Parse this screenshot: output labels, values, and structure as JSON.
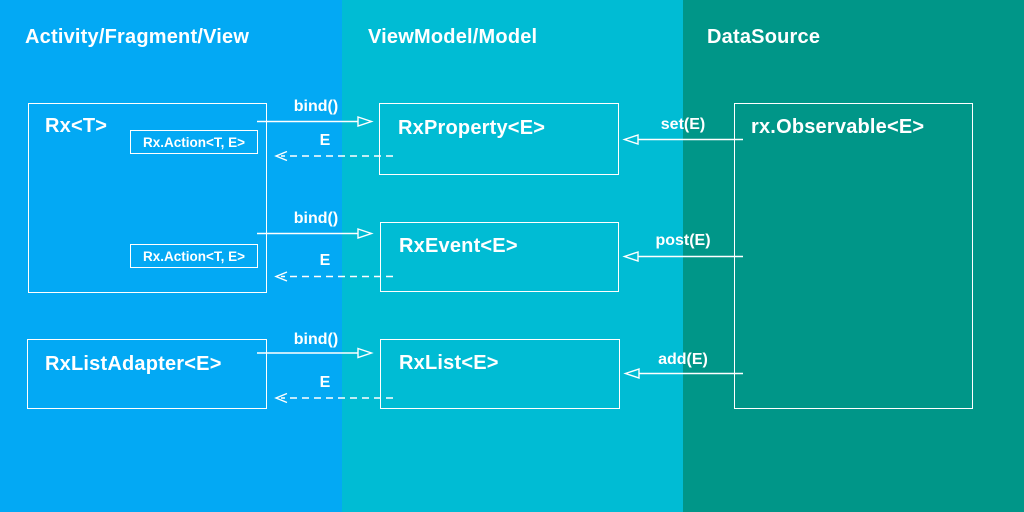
{
  "diagram": {
    "columns": [
      {
        "title": "Activity/Fragment/View",
        "color": "#03A9F4"
      },
      {
        "title": "ViewModel/Model",
        "color": "#00BCD4"
      },
      {
        "title": "DataSource",
        "color": "#009688"
      }
    ],
    "boxes": {
      "rx_t": {
        "label": "Rx<T>"
      },
      "rx_action_1": {
        "label": "Rx.Action<T, E>"
      },
      "rx_action_2": {
        "label": "Rx.Action<T, E>"
      },
      "rx_list_adapter": {
        "label": "RxListAdapter<E>"
      },
      "rx_property": {
        "label": "RxProperty<E>"
      },
      "rx_event": {
        "label": "RxEvent<E>"
      },
      "rx_list": {
        "label": "RxList<E>"
      },
      "rx_observable": {
        "label": "rx.Observable<E>"
      }
    },
    "connectors": {
      "bind_property": {
        "label": "bind()"
      },
      "e_property": {
        "label": "E"
      },
      "set": {
        "label": "set(E)"
      },
      "bind_event": {
        "label": "bind()"
      },
      "e_event": {
        "label": "E"
      },
      "post": {
        "label": "post(E)"
      },
      "bind_list": {
        "label": "bind()"
      },
      "e_list": {
        "label": "E"
      },
      "add": {
        "label": "add(E)"
      }
    },
    "line_color": "#FFFFFF"
  }
}
